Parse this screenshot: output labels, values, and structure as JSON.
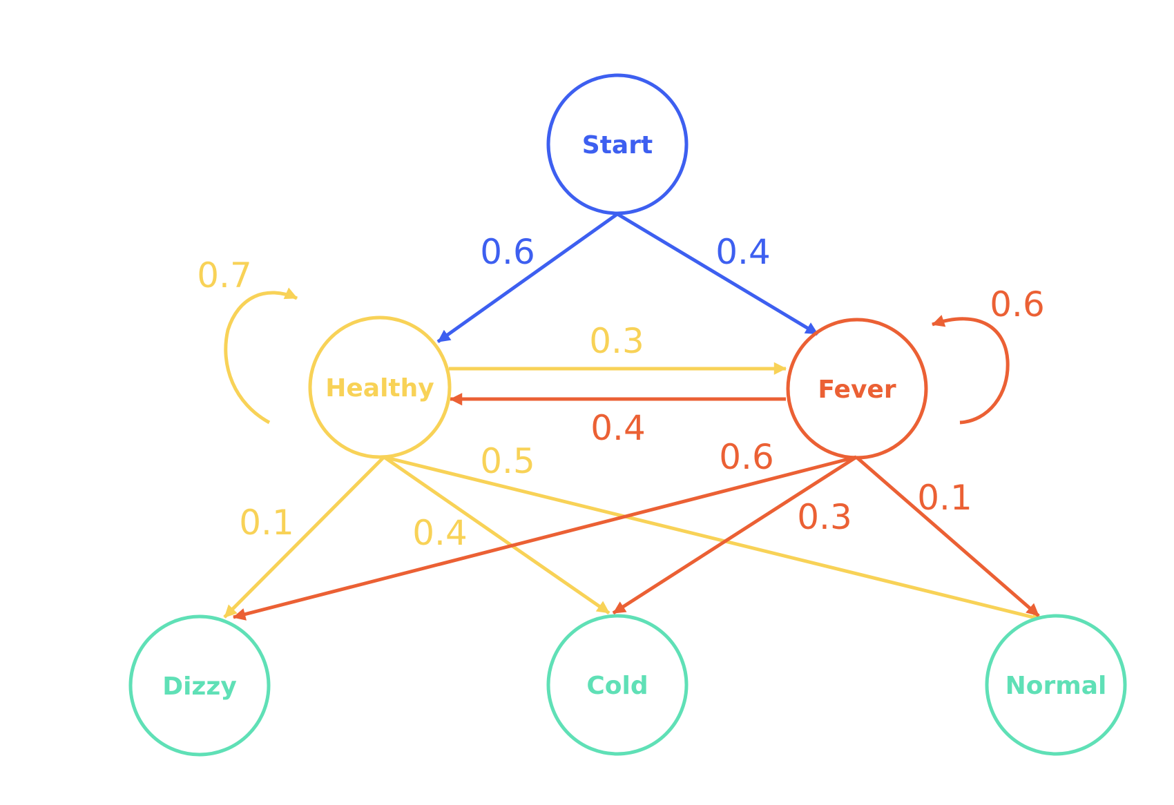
{
  "colors": {
    "start": "#3d5ff0",
    "healthy": "#f8d257",
    "fever": "#eb6034",
    "observation": "#5fe0b6"
  },
  "nodes": {
    "start": "Start",
    "healthy": "Healthy",
    "fever": "Fever",
    "dizzy": "Dizzy",
    "cold": "Cold",
    "normal": "Normal"
  },
  "edges": {
    "start_to_healthy": "0.6",
    "start_to_fever": "0.4",
    "healthy_self": "0.7",
    "fever_self": "0.6",
    "healthy_to_fever": "0.3",
    "fever_to_healthy": "0.4",
    "healthy_to_dizzy": "0.1",
    "healthy_to_cold": "0.4",
    "healthy_to_normal": "0.5",
    "fever_to_dizzy": "0.6",
    "fever_to_cold": "0.3",
    "fever_to_normal": "0.1"
  }
}
